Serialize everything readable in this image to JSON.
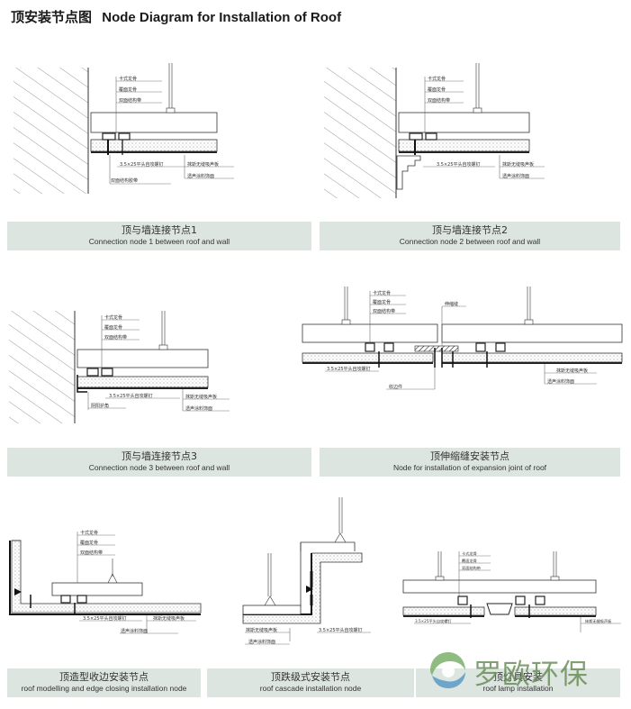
{
  "header": {
    "title_zh": "顶安装节点图",
    "title_en": "Node Diagram for Installation of Roof"
  },
  "labels": {
    "keel_card": "卡式龙骨",
    "keel_cover": "覆面龙骨",
    "keel_double": "双面结构带",
    "screw": "3.5×25平头自攻螺钉",
    "panel": "抹斯无缝吸声板",
    "finish": "透声涂料饰面",
    "double_tape": "双面结构胶带",
    "protect_corner": "阴阳护角",
    "expansion": "伸缩缝",
    "edge_piece": "收边件"
  },
  "nodes": [
    {
      "zh": "顶与墙连接节点1",
      "en": "Connection node 1 between roof and wall"
    },
    {
      "zh": "顶与墙连接节点2",
      "en": "Connection node 2 between roof and wall"
    },
    {
      "zh": "顶与墙连接节点3",
      "en": "Connection node 3 between roof and wall"
    },
    {
      "zh": "顶伸缩缝安装节点",
      "en": "Node for installation of expansion joint of roof"
    },
    {
      "zh": "顶造型收边安装节点",
      "en": "roof modelling and edge closing installation node"
    },
    {
      "zh": "顶跌级式安装节点",
      "en": "roof cascade installation node"
    },
    {
      "zh": "顶灯具安装",
      "en": "roof lamp installation"
    }
  ],
  "logo": {
    "text": "罗欧环保"
  }
}
